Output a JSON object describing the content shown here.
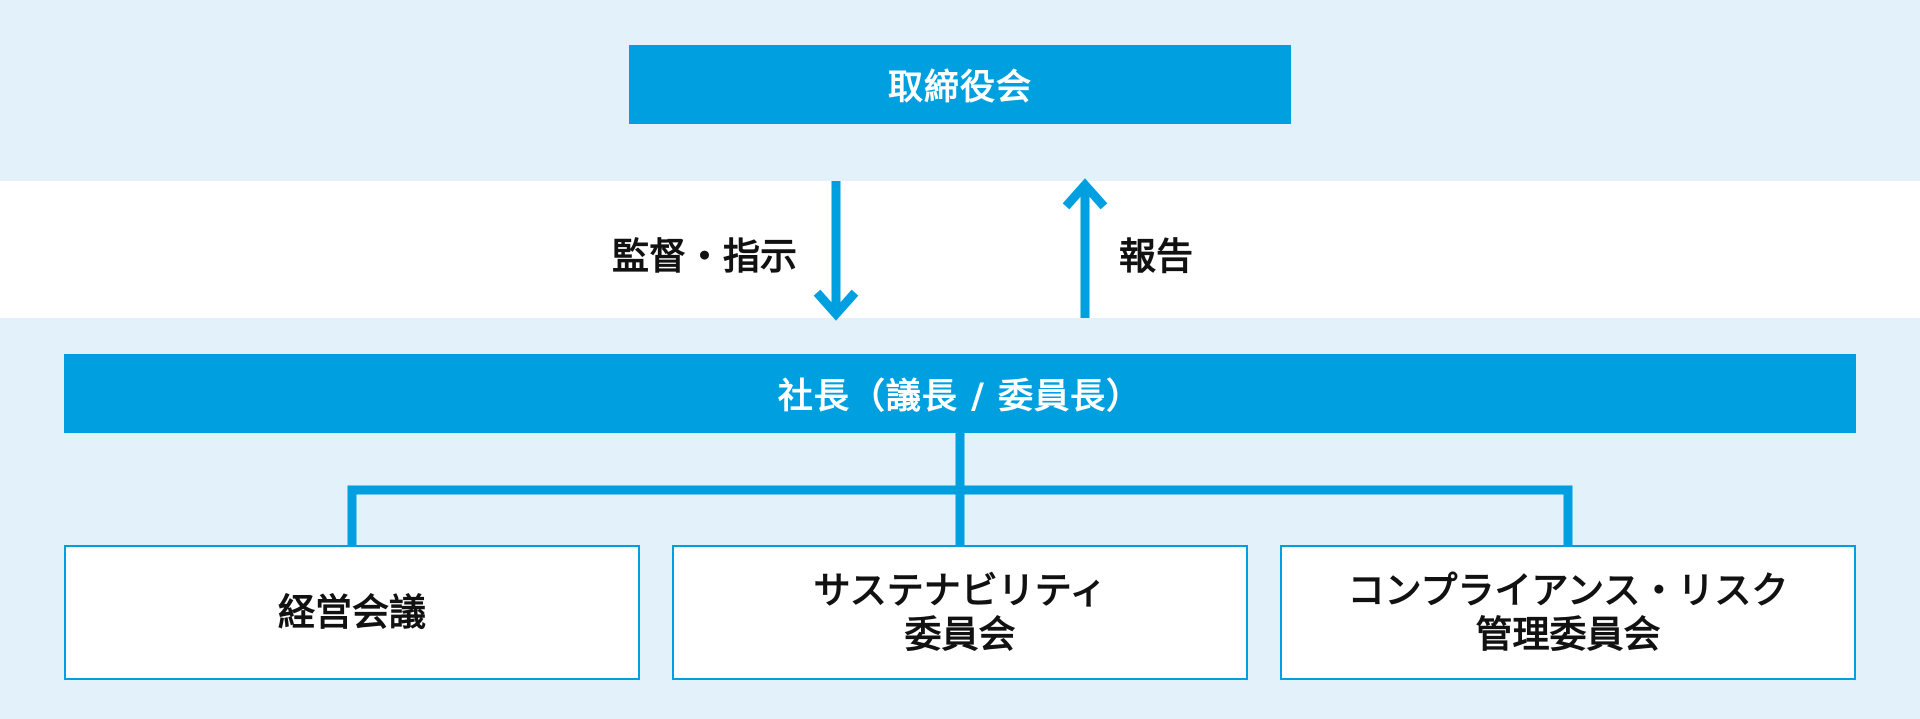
{
  "board": {
    "title": "取締役会"
  },
  "flows": {
    "down_label": "監督・指示",
    "up_label": "報告"
  },
  "president": {
    "title": "社長（議長 / 委員長）"
  },
  "committees": [
    {
      "line1": "経営会議",
      "line2": ""
    },
    {
      "line1": "サステナビリティ",
      "line2": "委員会"
    },
    {
      "line1": "コンプライアンス・リスク",
      "line2": "管理委員会"
    }
  ],
  "colors": {
    "accent": "#009fdf",
    "band": "#e3f2fa",
    "text": "#111111"
  }
}
